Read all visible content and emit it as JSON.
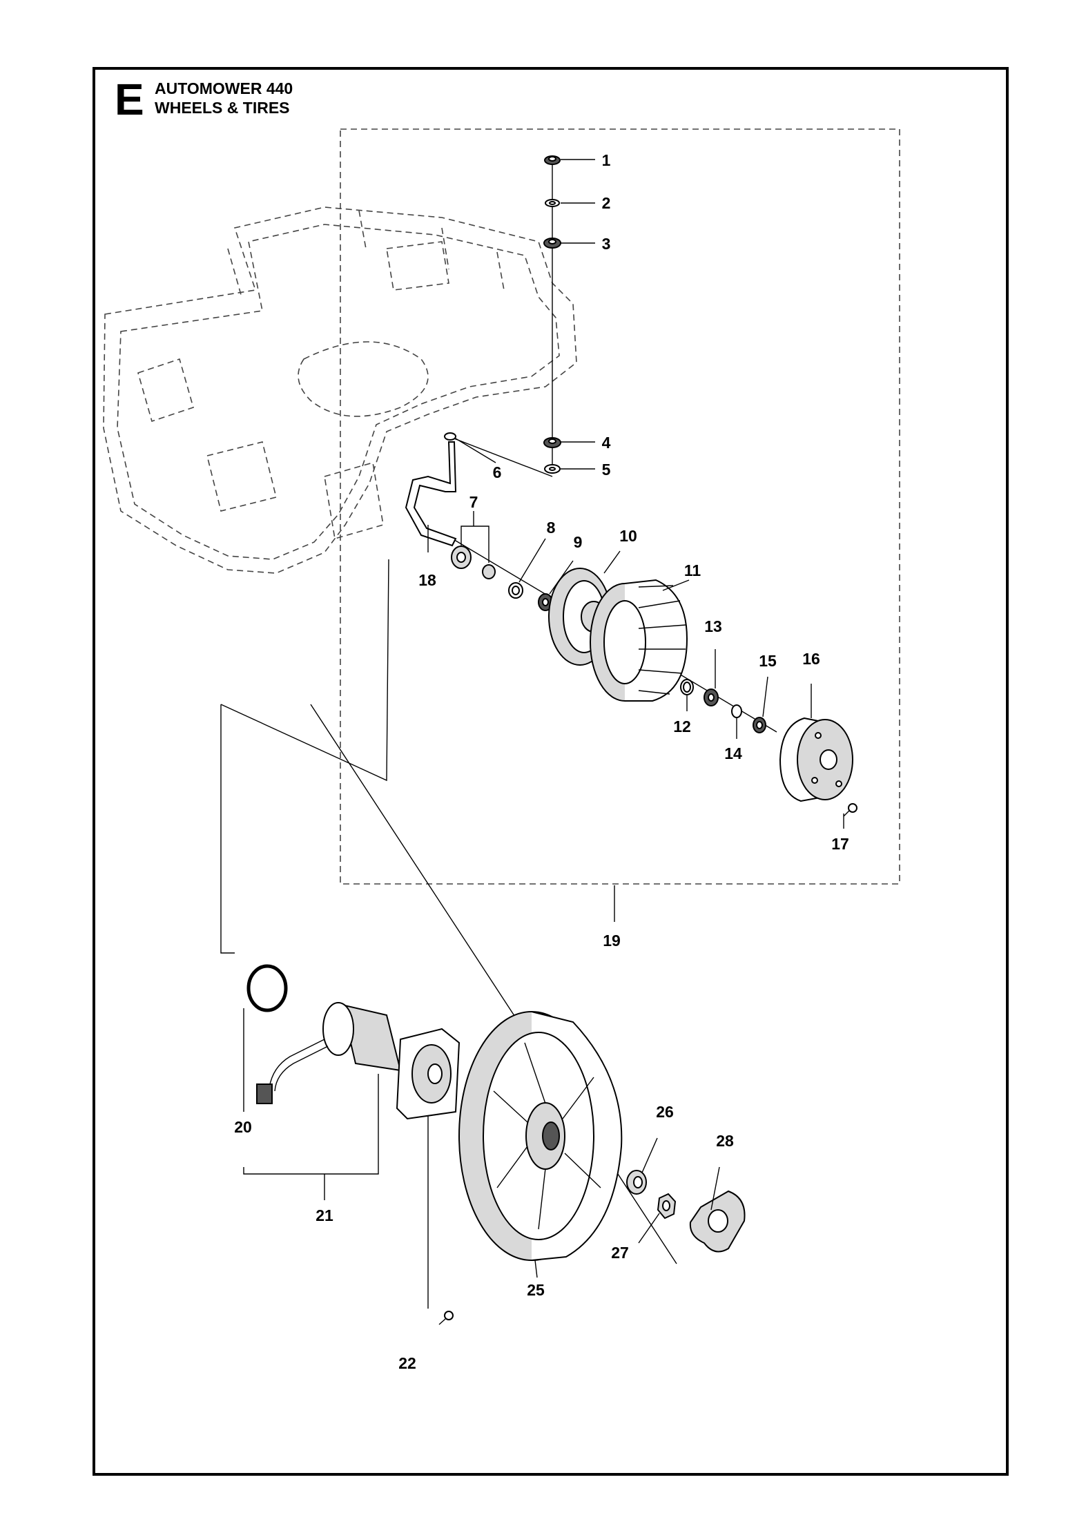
{
  "header": {
    "section_letter": "E",
    "title_line1": "AUTOMOWER 440",
    "title_line2": "WHEELS & TIRES"
  },
  "callouts": [
    {
      "id": "1",
      "label": "1"
    },
    {
      "id": "2",
      "label": "2"
    },
    {
      "id": "3",
      "label": "3"
    },
    {
      "id": "4",
      "label": "4"
    },
    {
      "id": "5",
      "label": "5"
    },
    {
      "id": "6",
      "label": "6"
    },
    {
      "id": "7",
      "label": "7"
    },
    {
      "id": "8",
      "label": "8"
    },
    {
      "id": "9",
      "label": "9"
    },
    {
      "id": "10",
      "label": "10"
    },
    {
      "id": "11",
      "label": "11"
    },
    {
      "id": "12",
      "label": "12"
    },
    {
      "id": "13",
      "label": "13"
    },
    {
      "id": "14",
      "label": "14"
    },
    {
      "id": "15",
      "label": "15"
    },
    {
      "id": "16",
      "label": "16"
    },
    {
      "id": "17",
      "label": "17"
    },
    {
      "id": "18",
      "label": "18"
    },
    {
      "id": "19",
      "label": "19"
    },
    {
      "id": "20",
      "label": "20"
    },
    {
      "id": "21",
      "label": "21"
    },
    {
      "id": "22",
      "label": "22"
    },
    {
      "id": "25",
      "label": "25"
    },
    {
      "id": "26",
      "label": "26"
    },
    {
      "id": "27",
      "label": "27"
    },
    {
      "id": "28",
      "label": "28"
    }
  ]
}
